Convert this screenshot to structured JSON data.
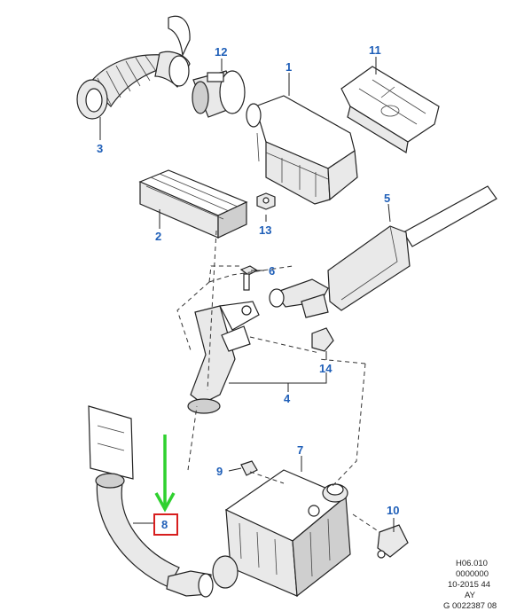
{
  "callouts": [
    {
      "id": "1",
      "label": "1"
    },
    {
      "id": "2",
      "label": "2"
    },
    {
      "id": "3",
      "label": "3"
    },
    {
      "id": "4",
      "label": "4"
    },
    {
      "id": "5",
      "label": "5"
    },
    {
      "id": "6",
      "label": "6"
    },
    {
      "id": "7",
      "label": "7"
    },
    {
      "id": "8",
      "label": "8"
    },
    {
      "id": "9",
      "label": "9"
    },
    {
      "id": "10",
      "label": "10"
    },
    {
      "id": "11",
      "label": "11"
    },
    {
      "id": "12",
      "label": "12"
    },
    {
      "id": "13",
      "label": "13"
    },
    {
      "id": "14",
      "label": "14"
    }
  ],
  "highlight": {
    "callout": "8",
    "box_color": "#d71e1e",
    "arrow_color": "#2fd12f"
  },
  "callout_color": "#1f5fb8",
  "stamp": {
    "line1": "H06.010",
    "line2": "0000000",
    "line3": "10-2015 44",
    "line4": "AY",
    "line5": "G 0022387 08"
  }
}
